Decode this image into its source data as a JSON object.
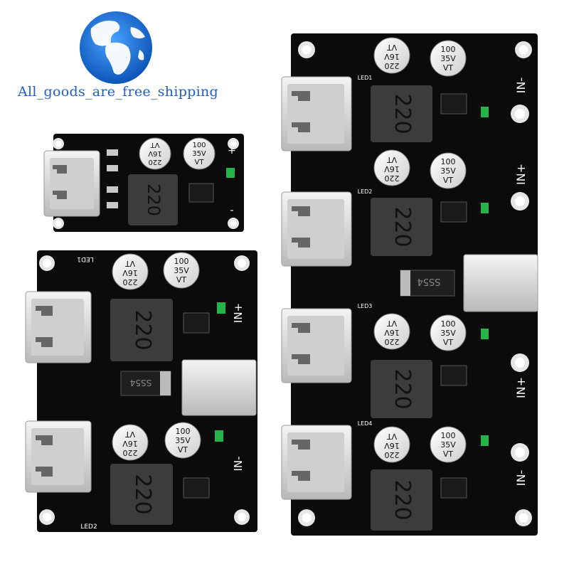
{
  "brand": {
    "slogan": "All_goods_are_free_shipping",
    "logo_icon": "globe-icon",
    "colors": {
      "ocean": "#1e73d8",
      "land": "#ffffff",
      "text": "#1f5fbf"
    }
  },
  "board_colors": {
    "pcb": "#0b0b0b",
    "pad": "#e6e6e6",
    "inductor": "#3c3c3c",
    "led": "#26b34a"
  },
  "capacitor_labels": {
    "small": [
      "220",
      "16V",
      "VT"
    ],
    "large": [
      "100",
      "35V",
      "VT"
    ]
  },
  "inductor_label": "220",
  "diode_label": "SS54",
  "boards": {
    "single": {
      "plus": "+",
      "minus": "-"
    },
    "double": {
      "led1": "LED1",
      "led2": "LED2",
      "in_plus": "IN+",
      "in_minus": "IN-"
    },
    "quad": {
      "led1": "LED1",
      "led2": "LED2",
      "led3": "LED3",
      "led4": "LED4",
      "in_plus": "IN+",
      "in_minus": "IN-"
    }
  }
}
